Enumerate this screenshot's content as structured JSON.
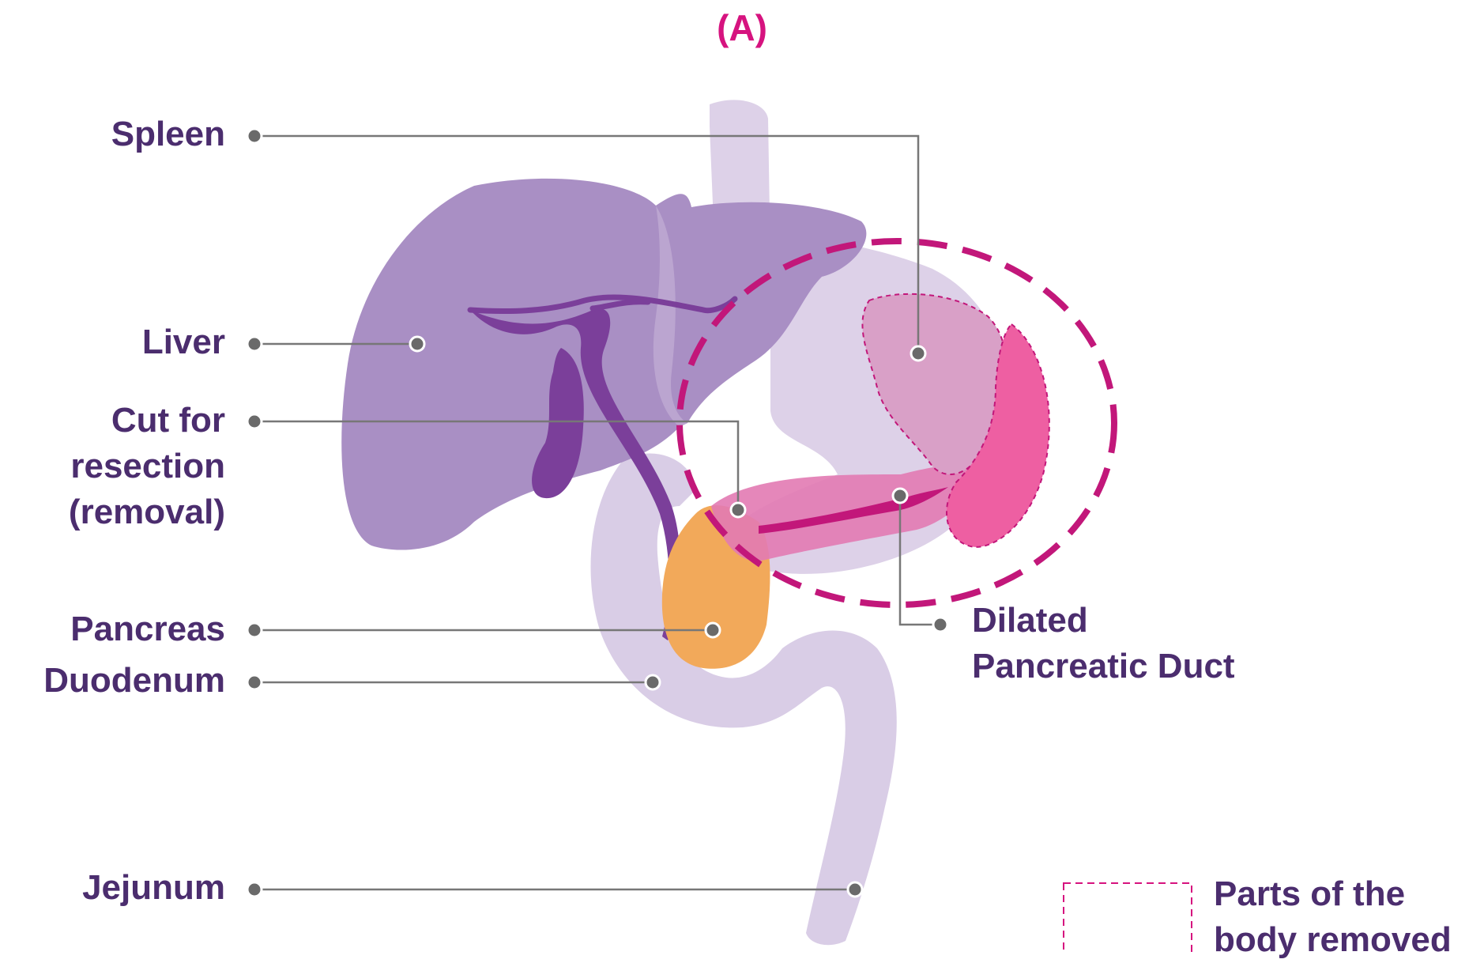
{
  "title": "(A)",
  "labels": {
    "spleen": "Spleen",
    "liver": "Liver",
    "cut_line1": "Cut for",
    "cut_line2": "resection",
    "cut_line3": "(removal)",
    "pancreas": "Pancreas",
    "duodenum": "Duodenum",
    "jejunum": "Jejunum",
    "duct_line1": "Dilated",
    "duct_line2": "Pancreatic Duct"
  },
  "legend": {
    "line1": "Parts of the",
    "line2": "body removed"
  },
  "colors": {
    "text": "#4b2d6e",
    "title": "#d6137f",
    "removed_outline": "#c2177a",
    "liver": "#a98fc4",
    "stomach": "#ddd1e8",
    "duodenum": "#d9cde6",
    "pancreas_head": "#f2a95a",
    "pancreas_tail": "#ee5fa2",
    "bile_duct": "#7b3f9a",
    "leader_line": "#777777"
  }
}
